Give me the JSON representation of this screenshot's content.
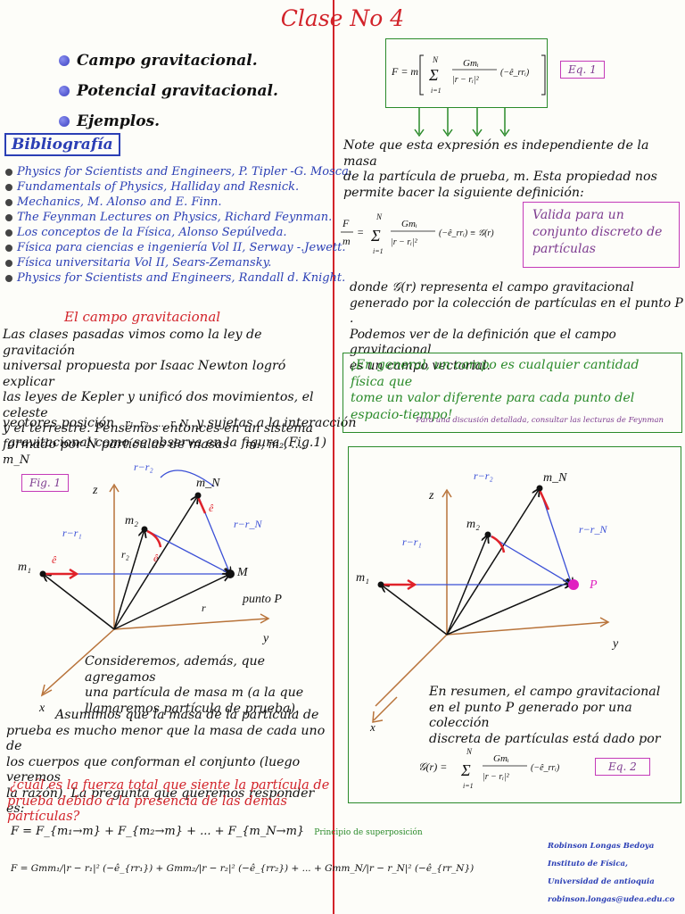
{
  "header": {
    "title": "Clase No 4"
  },
  "topics": [
    "Campo gravitacional.",
    "Potencial gravitacional.",
    "Ejemplos."
  ],
  "bibliography": {
    "heading": "Bibliografía",
    "items": [
      "Physics for Scientists and Engineers, P. Tipler -G. Mosca.",
      "Fundamentals of Physics,  Halliday and Resnick.",
      "Mechanics, M. Alonso and E. Finn.",
      "The Feynman Lectures on Physics, Richard Feynman.",
      "Los conceptos de la Física, Alonso Sepúlveda.",
      "Física para ciencias e ingeniería Vol II, Serway -.Jewett.",
      "Física universitaria Vol II, Sears-Zemansky.",
      "Physics for Scientists and Engineers, Randall d. Knight."
    ]
  },
  "left": {
    "section_title": "El campo gravitacional",
    "intro_lines": [
      "Las clases pasadas vimos como la ley de gravitación",
      "universal propuesta por Isaac Newton logró explicar",
      "las leyes de Kepler y unificó dos movimientos, el celeste",
      "y el terrestre. Pensemos entonces en un sistema",
      "formado por N partículas de masas"
    ],
    "masses_formula": "m₁, m₂, ..., m_N",
    "vectors_prefix": "vectores posición",
    "vectors_formula": "r₁, r₂, ..., r_N,",
    "vectors_suffix": "y sujetas a la interacción",
    "figure_ref_line": "gravitacional como se observa en la figura (Fig.1)",
    "fig_label": "Fig. 1",
    "fig_labels": {
      "m1": "m₁",
      "m2": "m₂",
      "mN": "m_N",
      "M": "M",
      "punto": "punto P",
      "z": "z",
      "y": "y",
      "x": "x"
    },
    "consider_lines": [
      "Consideremos, además, que agregamos",
      "una partícula de masa m (a la que",
      "llamaremos partícula de prueba)."
    ],
    "assume_lines": [
      "Asumimos que la masa de la partícula de",
      "prueba es mucho menor que la masa de cada uno de",
      "los cuerpos que conforman el conjunto (luego veremos",
      "la razón). La pregunta que queremos responder es:"
    ],
    "question_lines": [
      "¿cuál es la fuerza total que siente la partícula de",
      "prueba debido a la presencia de las demás partículas?"
    ],
    "superposition_formula": "F = F_{m₁→m} + F_{m₂→m} + ... + F_{m_N→m}",
    "superposition_note": "Principio de superposición",
    "expanded_formula": "F = Gmm₁/|r − r₁|² (−ê_{rr₁}) + Gmm₂/|r − r₂|² (−ê_{rr₂}) + ... + Gmm_N/|r − r_N|² (−ê_{rr_N})"
  },
  "right": {
    "eq1_tag": "Eq. 1",
    "note_lines": [
      "Note que esta expresión es independiente de la masa",
      "de la partícula de prueba, m. Esta propiedad nos",
      "permite bacer la siguiente definición:"
    ],
    "valid_lines": [
      "Valida para un",
      "conjunto discreto de",
      "partículas"
    ],
    "donde_lines": [
      "donde   𝒢(r)   representa el campo gravitacional",
      "generado por la colección de partículas en el punto P .",
      "Podemos ver de la definición que el campo gravitacional",
      "es un campo vectorial."
    ],
    "field_lines": [
      "¡En general, un campo es cualquier cantidad física que",
      "tome un valor diferente para cada punto del",
      "espacio-tiempo!"
    ],
    "feynman_note": "Para una discusión detallada, consultar las lecturas de Feynman",
    "summary_lines": [
      "En resumen, el campo gravitacional",
      "en el punto P generado por una colección",
      "discreta de partículas está dado por"
    ],
    "eq2_tag": "Eq. 2",
    "fig_labels": {
      "P": "P",
      "m1": "m₁",
      "m2": "m₂",
      "mN": "m_N",
      "z": "z",
      "y": "y",
      "x": "x"
    }
  },
  "author": {
    "name": "Robinson Longas Bedoya",
    "institute": "Instituto de Física,",
    "university": "Universidad de antioquia",
    "email": "robinson.longas@udea.edu.co"
  },
  "colors": {
    "title": "#d2232a",
    "divider": "#d2232a",
    "biblio": "#2b3fb5",
    "green_box": "#2a8a2a",
    "purple_box": "#c43ab8"
  }
}
